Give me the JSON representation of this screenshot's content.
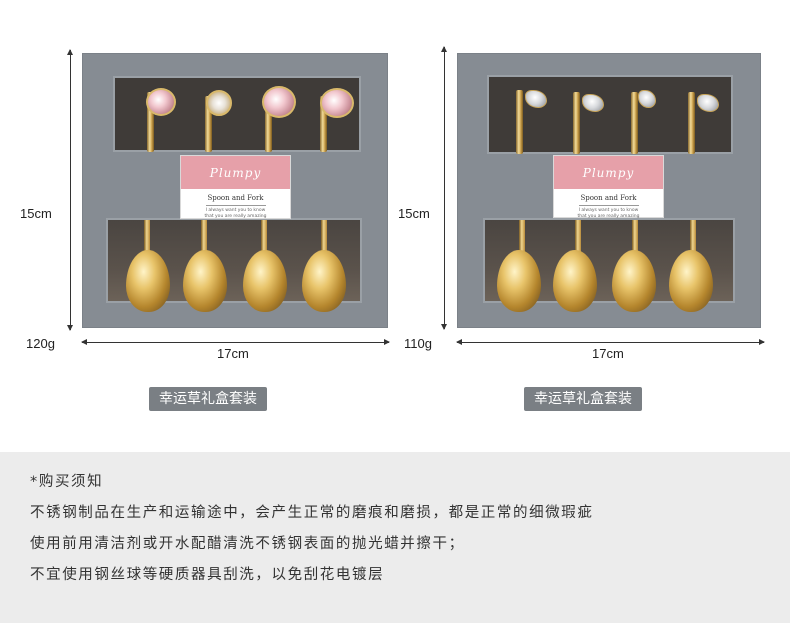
{
  "left_product": {
    "height_label": "15cm",
    "width_label": "17cm",
    "weight_label": "120g",
    "card": {
      "brand": "Plumpy",
      "title": "Spoon and Fork",
      "subtitle_line1": "I always want you to know",
      "subtitle_line2": "that you are really amazing"
    },
    "caption": "幸运草礼盒套装"
  },
  "right_product": {
    "height_label": "15cm",
    "width_label": "17cm",
    "weight_label": "110g",
    "card": {
      "brand": "Plumpy",
      "title": "Spoon and Fork",
      "subtitle_line1": "I always want you to know",
      "subtitle_line2": "that you are really amazing"
    },
    "caption": "幸运草礼盒套装"
  },
  "notice": {
    "heading": "*购买须知",
    "lines": [
      "不锈钢制品在生产和运输途中，会产生正常的磨痕和磨损，都是正常的细微瑕疵",
      "使用前用清洁剂或开水配醋清洗不锈钢表面的抛光蜡并擦干；",
      "不宜使用钢丝球等硬质器具刮洗，以免刮花电镀层"
    ]
  },
  "colors": {
    "box_gray": "#868c93",
    "card_pink": "#e6a0a9",
    "gold": "#d9b05a",
    "notice_bg": "#ececec",
    "caption_bg": "#7a7f84"
  }
}
